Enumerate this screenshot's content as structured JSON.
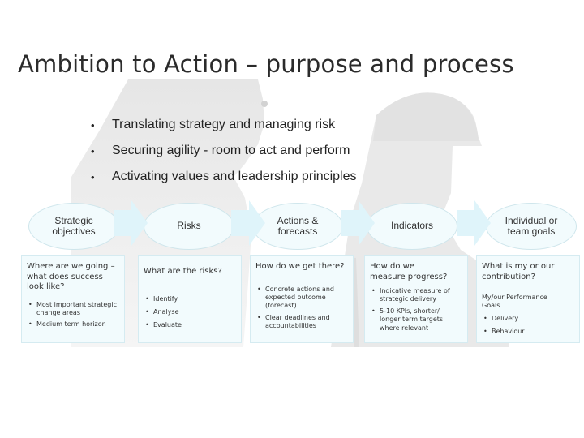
{
  "title": "Ambition to Action – purpose and process",
  "bullets": [
    "Translating strategy and managing risk",
    "Securing agility - room to act and perform",
    "Activating values and leadership principles"
  ],
  "bullet_marker": "•",
  "stages": [
    {
      "heading": "Strategic objectives",
      "question": "Where are we going – what does success look like?",
      "items": [
        "Most important strategic change areas",
        "Medium term horizon"
      ]
    },
    {
      "heading": "Risks",
      "question": "What are the risks?",
      "items": [
        "Identify",
        "Analyse",
        "Evaluate"
      ]
    },
    {
      "heading": "Actions & forecasts",
      "question": "How do we get there?",
      "items": [
        "Concrete actions and expected outcome (forecast)",
        "Clear deadlines and accountabilities"
      ]
    },
    {
      "heading": "Indicators",
      "question": "How do we measure progress?",
      "items": [
        "Indicative measure of strategic delivery",
        "5-10 KPIs, shorter/ longer term targets where relevant"
      ]
    },
    {
      "heading": "Individual or team goals",
      "question": "What is my or our contribution?",
      "note": "My/our Performance Goals",
      "items": [
        "Delivery",
        "Behaviour"
      ]
    }
  ],
  "colors": {
    "arrow": "#dff4fa",
    "box_bg": "#f2fbfd",
    "border": "#d5ebf1"
  }
}
